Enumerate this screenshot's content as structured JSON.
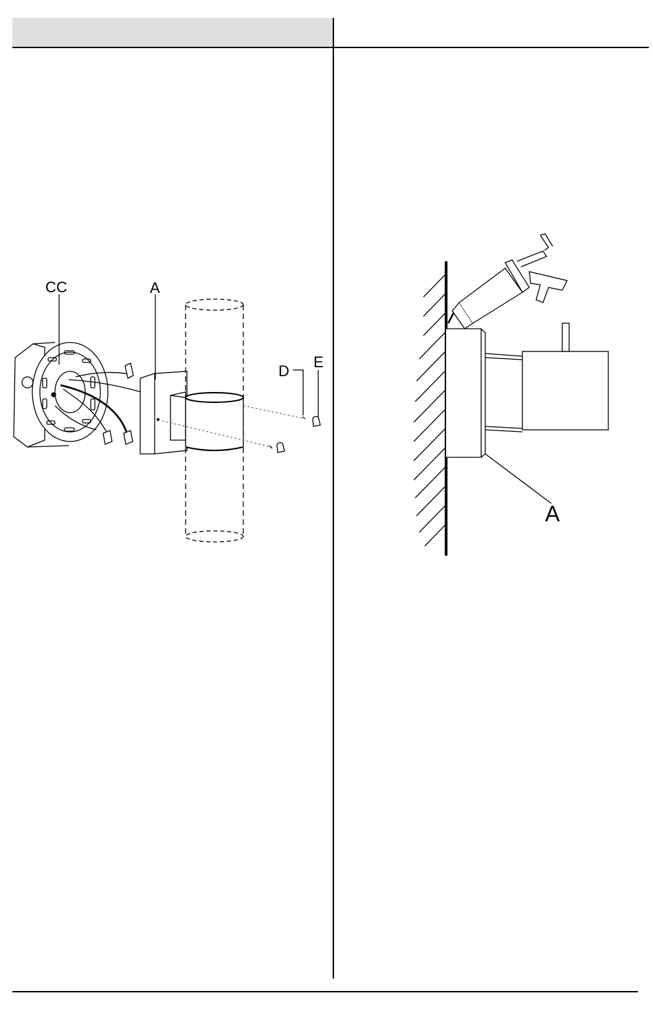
{
  "page": {
    "header": {
      "left_fill": "#e0e0e1",
      "rule_color": "#000000"
    }
  },
  "figure_left": {
    "labels": {
      "canopy_bracket": "CC",
      "fixture": "A",
      "screw": "D",
      "cap_nut": "E"
    },
    "icons": [
      "junction-box",
      "mounting-bracket",
      "wire-nuts",
      "wall-plate",
      "cylinder-shade",
      "screws",
      "cap-nuts"
    ]
  },
  "figure_right": {
    "labels": {
      "fixture": "A"
    },
    "icons": [
      "wall-hatching",
      "caulk-gun",
      "fixture-side-view"
    ]
  }
}
